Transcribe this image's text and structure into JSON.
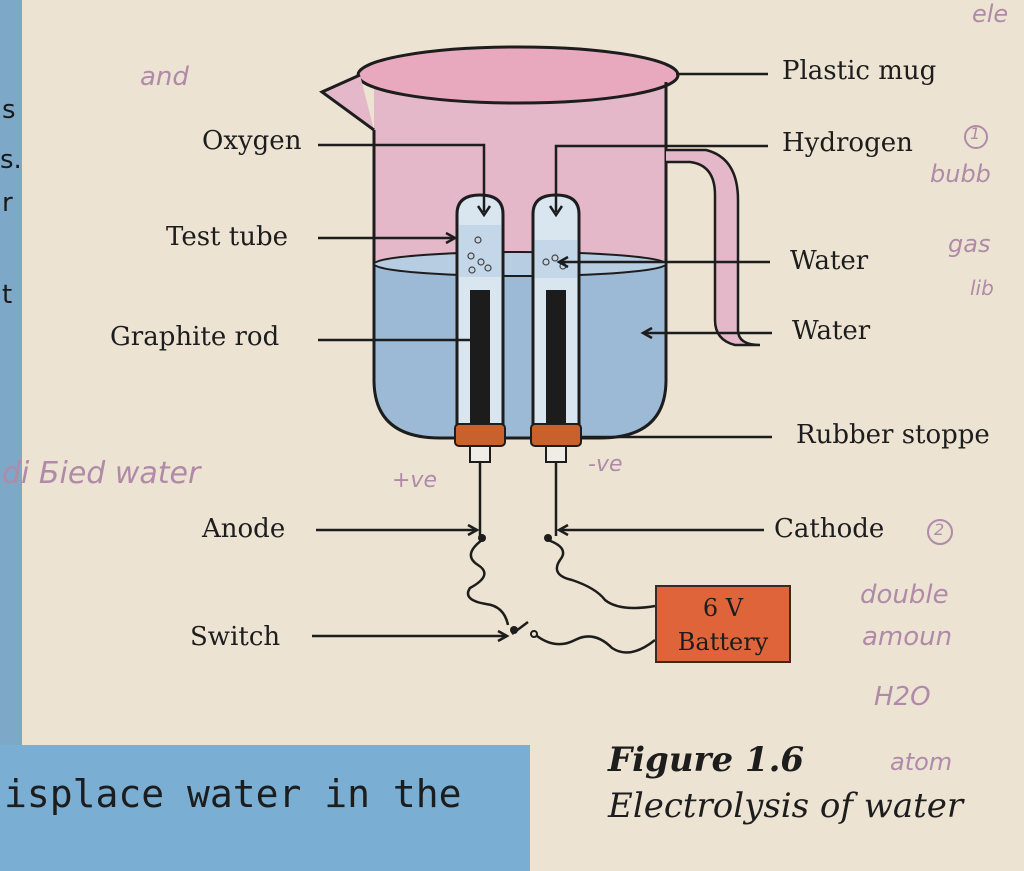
{
  "left_edge_chars": [
    "s",
    "s.",
    "r",
    "t"
  ],
  "labels": {
    "plastic_mug": "Plastic mug",
    "oxygen": "Oxygen",
    "hydrogen": "Hydrogen",
    "test_tube": "Test tube",
    "water_top": "Water",
    "water_side": "Water",
    "graphite_rod": "Graphite rod",
    "rubber_stopper": "Rubber stoppe",
    "anode": "Anode",
    "cathode": "Cathode",
    "switch": "Switch",
    "battery_voltage": "6 V",
    "battery_name": "Battery"
  },
  "handwriting": {
    "top_left": "and",
    "distilled": "di Ƃied water",
    "plus_ve": "+ve",
    "minus_ve": "-ve",
    "right_notes": [
      "ele",
      "bubb",
      "gas",
      "lib",
      "double",
      "amoun",
      "H2O",
      "atom"
    ],
    "circled": [
      "1",
      "2"
    ]
  },
  "caption": {
    "title": "Figure 1.6",
    "subtitle": "Electrolysis of water"
  },
  "bottom_text": "isplace water in the",
  "colors": {
    "mug_pink": "#e5b8c9",
    "water_blue": "#9cbad6",
    "stopper": "#c8612b",
    "battery": "#e0643a",
    "page_bg": "#ece3d3",
    "sidebar_blue": "#7aaed3"
  }
}
